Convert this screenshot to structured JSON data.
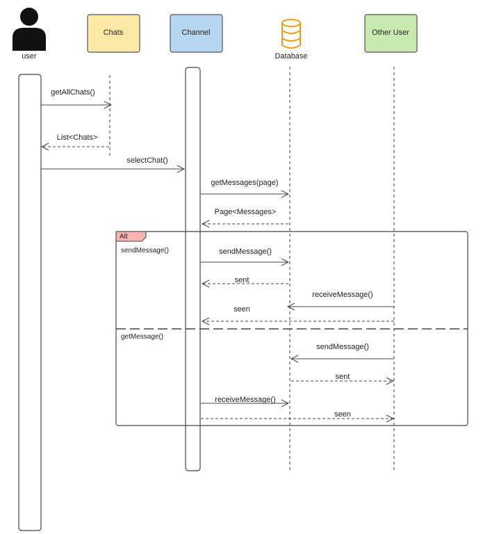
{
  "participants": {
    "user": {
      "label": "user"
    },
    "chats": {
      "label": "Chats",
      "color": "#fce9a6"
    },
    "channel": {
      "label": "Channel",
      "color": "#b7d6f2"
    },
    "database": {
      "label": "Database",
      "color": "#f39c12"
    },
    "other_user": {
      "label": "Other User",
      "color": "#c8eab0"
    }
  },
  "alt": {
    "tag": "Alt",
    "tag_color": "#f8b3b3",
    "guard1": "sendMessage()",
    "guard2": "getMessage()"
  },
  "messages": [
    {
      "id": "m1",
      "label": "getAllChats()"
    },
    {
      "id": "m2",
      "label": "List<Chats>"
    },
    {
      "id": "m3",
      "label": "selectChat()"
    },
    {
      "id": "m4",
      "label": "getMessages(page)"
    },
    {
      "id": "m5",
      "label": "Page<Messages>"
    },
    {
      "id": "m6",
      "label": "sendMessage()"
    },
    {
      "id": "m7",
      "label": "sent"
    },
    {
      "id": "m8",
      "label": "receiveMessage()"
    },
    {
      "id": "m9",
      "label": "seen"
    },
    {
      "id": "m10",
      "label": "sendMessage()"
    },
    {
      "id": "m11",
      "label": "sent"
    },
    {
      "id": "m12",
      "label": "receiveMessage()"
    },
    {
      "id": "m13",
      "label": "seen"
    }
  ]
}
